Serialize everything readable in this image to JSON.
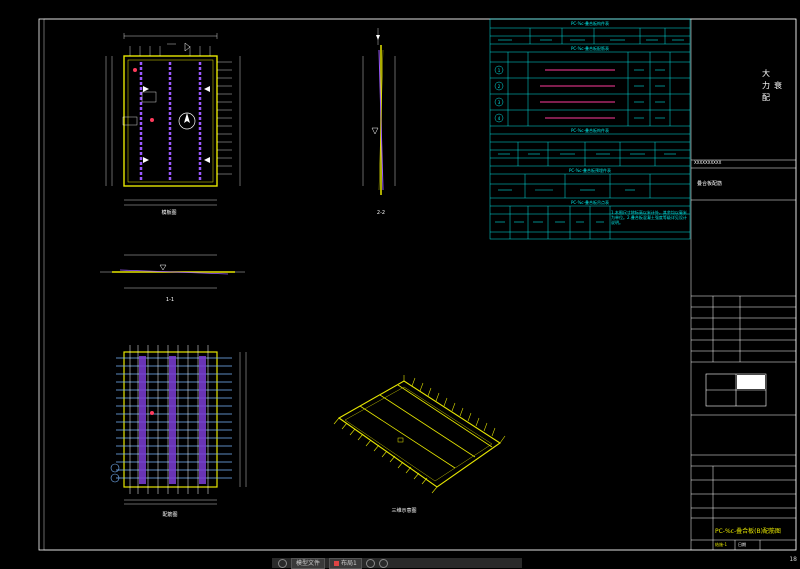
{
  "title_block": {
    "vertical_text": [
      "大",
      "力",
      "衰",
      "配"
    ],
    "project_line": "XXXXXXXXXX",
    "sheet_desc": "叠合板配筋",
    "drawing_name": "PC-%c-叠合板(B)配筋图",
    "bottom_left": "结施-1",
    "bottom_mid": "日期",
    "page": "18"
  },
  "tables": {
    "t1_title": "PC-%c-叠合板构件表",
    "t2_title": "PC-%c-叠合板配筋表",
    "t3_title": "PC-%c-叠合板构件表",
    "t4_title": "PC-%c-叠合板预埋件表",
    "t5_title": "PC-%c-叠合板吊点表",
    "rebar_ids": [
      "1",
      "2",
      "3",
      "4"
    ],
    "notes": "1.本图尺寸除标高以米计外，其余均以毫米为单位。2.叠合板混凝土强度等级详见设计说明。"
  },
  "views": {
    "plan_label": "模板图",
    "section_22_label": "2-2",
    "section_11_label": "1-1",
    "rebar_label": "配筋图",
    "iso_label": "三维示意图"
  },
  "taskbar": {
    "tab1": "模型文件",
    "tab2": "布局1"
  },
  "colors": {
    "bg": "#000000",
    "frame": "#ffffff",
    "table": "#00e5e5",
    "outline": "#e6e600",
    "rebar": "#9b59ff",
    "dim": "#ffffff",
    "marker": "#ff3b5c"
  }
}
